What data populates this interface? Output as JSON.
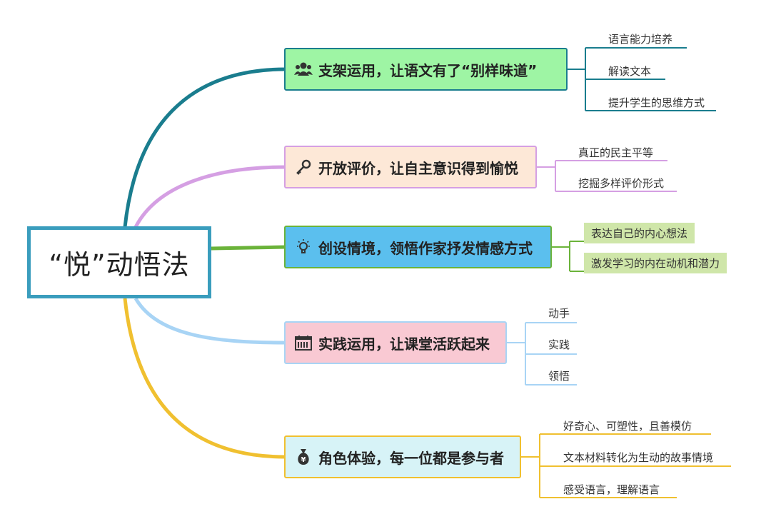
{
  "root": {
    "title": "“悦”动悟法"
  },
  "branches": [
    {
      "label": "支架运用，让语文有了“别样味道”",
      "icon": "people-icon",
      "color": "#1a7d8e",
      "fill": "#9ef5a4",
      "leaves": [
        "语言能力培养",
        "解读文本",
        "提升学生的思维方式"
      ]
    },
    {
      "label": "开放评价，让自主意识得到愉悦",
      "icon": "key-icon",
      "color": "#d59fe3",
      "fill": "#fde8d7",
      "leaves": [
        "真正的民主平等",
        "挖掘多样评价形式"
      ]
    },
    {
      "label": "创设情境，领悟作家抒发情感方式",
      "icon": "lightbulb-icon",
      "color": "#6bb33a",
      "fill": "#5bbfee",
      "leaves": [
        "表达自己的内心想法",
        "激发学习的内在动机和潜力"
      ]
    },
    {
      "label": "实践运用，让课堂活跃起来",
      "icon": "calendar-icon",
      "color": "#a8d4f5",
      "fill": "#f9c9d3",
      "leaves": [
        "动手",
        "实践",
        "领悟"
      ]
    },
    {
      "label": "角色体验，每一位都是参与者",
      "icon": "money-bag-icon",
      "color": "#f0c030",
      "fill": "#d7f3f7",
      "leaves": [
        "好奇心、可塑性，且善模仿",
        "文本材料转化为生动的故事情境",
        "感受语言，理解语言"
      ]
    }
  ]
}
